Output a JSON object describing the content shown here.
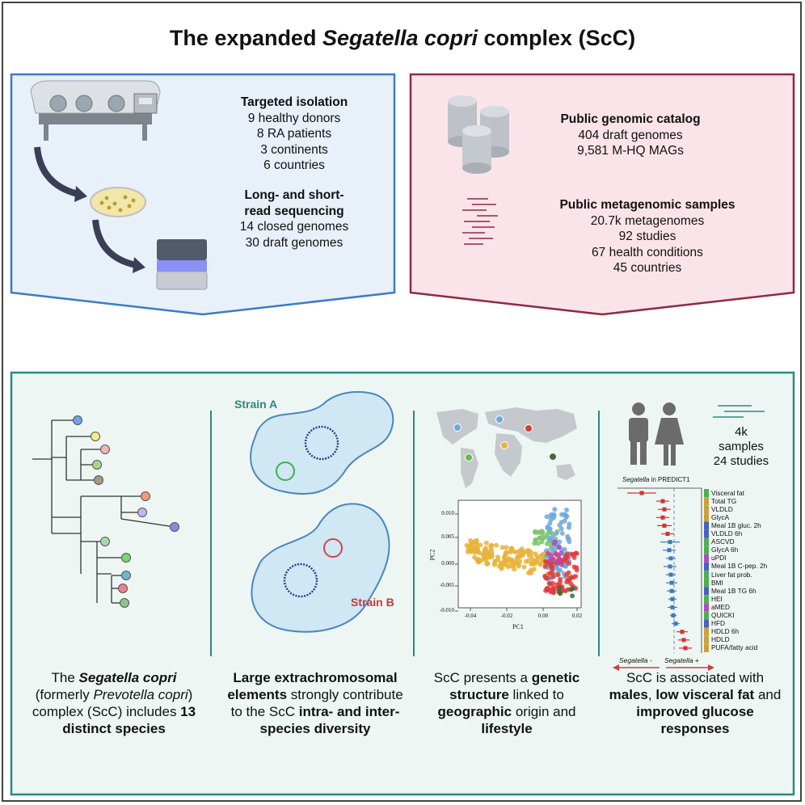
{
  "title": {
    "prefix": "The expanded ",
    "italic": "Segatella copri",
    "suffix": " complex (ScC)"
  },
  "left_panel": {
    "isolation": {
      "heading": "Targeted isolation",
      "lines": [
        "9 healthy donors",
        "8 RA patients",
        "3 continents",
        "6 countries"
      ]
    },
    "sequencing": {
      "heading_1": "Long- and short-",
      "heading_2": "read sequencing",
      "lines": [
        "14 closed genomes",
        "30 draft genomes"
      ]
    }
  },
  "right_panel": {
    "catalog": {
      "heading": "Public genomic catalog",
      "lines": [
        "404 draft genomes",
        "9,581 M-HQ MAGs"
      ]
    },
    "metagenomic": {
      "heading": "Public metagenomic samples",
      "lines": [
        "20.7k metagenomes",
        "92 studies",
        "67  health conditions",
        "45 countries"
      ]
    }
  },
  "strains": {
    "a": "Strain A",
    "b": "Strain B"
  },
  "samples": {
    "line1": "4k",
    "line2": "samples",
    "line3": "24 studies"
  },
  "forest": {
    "title_italic": "Segatella",
    "title_rest": " in PREDICT1",
    "labels": [
      "Visceral fat",
      "Total TG",
      "VLDLD",
      "GlycA",
      "Meal 1B gluc. 2h",
      "VLDLD 6h",
      "ASCVD",
      "GlycA 6h",
      "uPDI",
      "Meal 1B C-pep. 2h",
      "Liver fat prob.",
      "BMI",
      "Meal 1B TG 6h",
      "HEI",
      "aMED",
      "QUICKI",
      "HFD",
      "HDLD 6h",
      "HDLD",
      "PUFA/fatty acid"
    ],
    "neg_label": "Segatella -",
    "pos_label": "Segatella +"
  },
  "pca": {
    "ylabel": "PC2",
    "xlabel": "PC1",
    "yticks": [
      "0.010",
      "0.005",
      "0.000",
      "-0.005",
      "-0.010"
    ],
    "xticks": [
      "-0.04",
      "-0.02",
      "0.00",
      "0.02"
    ]
  },
  "captions": {
    "c1": {
      "p1": "The ",
      "b1": "Segatella copri",
      "p2": " (formerly ",
      "i1": "Prevotella copri",
      "p3": ") complex (ScC) includes ",
      "b2": "13 distinct species"
    },
    "c2": {
      "b1": "Large extrachromosomal elements",
      "p1": " strongly contribute to the ScC ",
      "b2": "intra- and inter-species diversity"
    },
    "c3": {
      "p1": "ScC presents a ",
      "b1": "genetic structure",
      "p2": " linked to ",
      "b2": "geographic",
      "p3": " origin and ",
      "b3": "lifestyle"
    },
    "c4": {
      "p1": "ScC is associated with ",
      "b1": "males",
      "p2": ", ",
      "b2": "low visceral fat",
      "p3": " and ",
      "b3": "improved glucose responses"
    }
  },
  "colors": {
    "blue_panel": "#3b7cc4",
    "blue_fill": "#e8f0fa",
    "red_panel": "#8e2a43",
    "red_fill": "#fbe4e9",
    "green_panel": "#2a8a7e",
    "green_fill": "#eef6f4"
  }
}
